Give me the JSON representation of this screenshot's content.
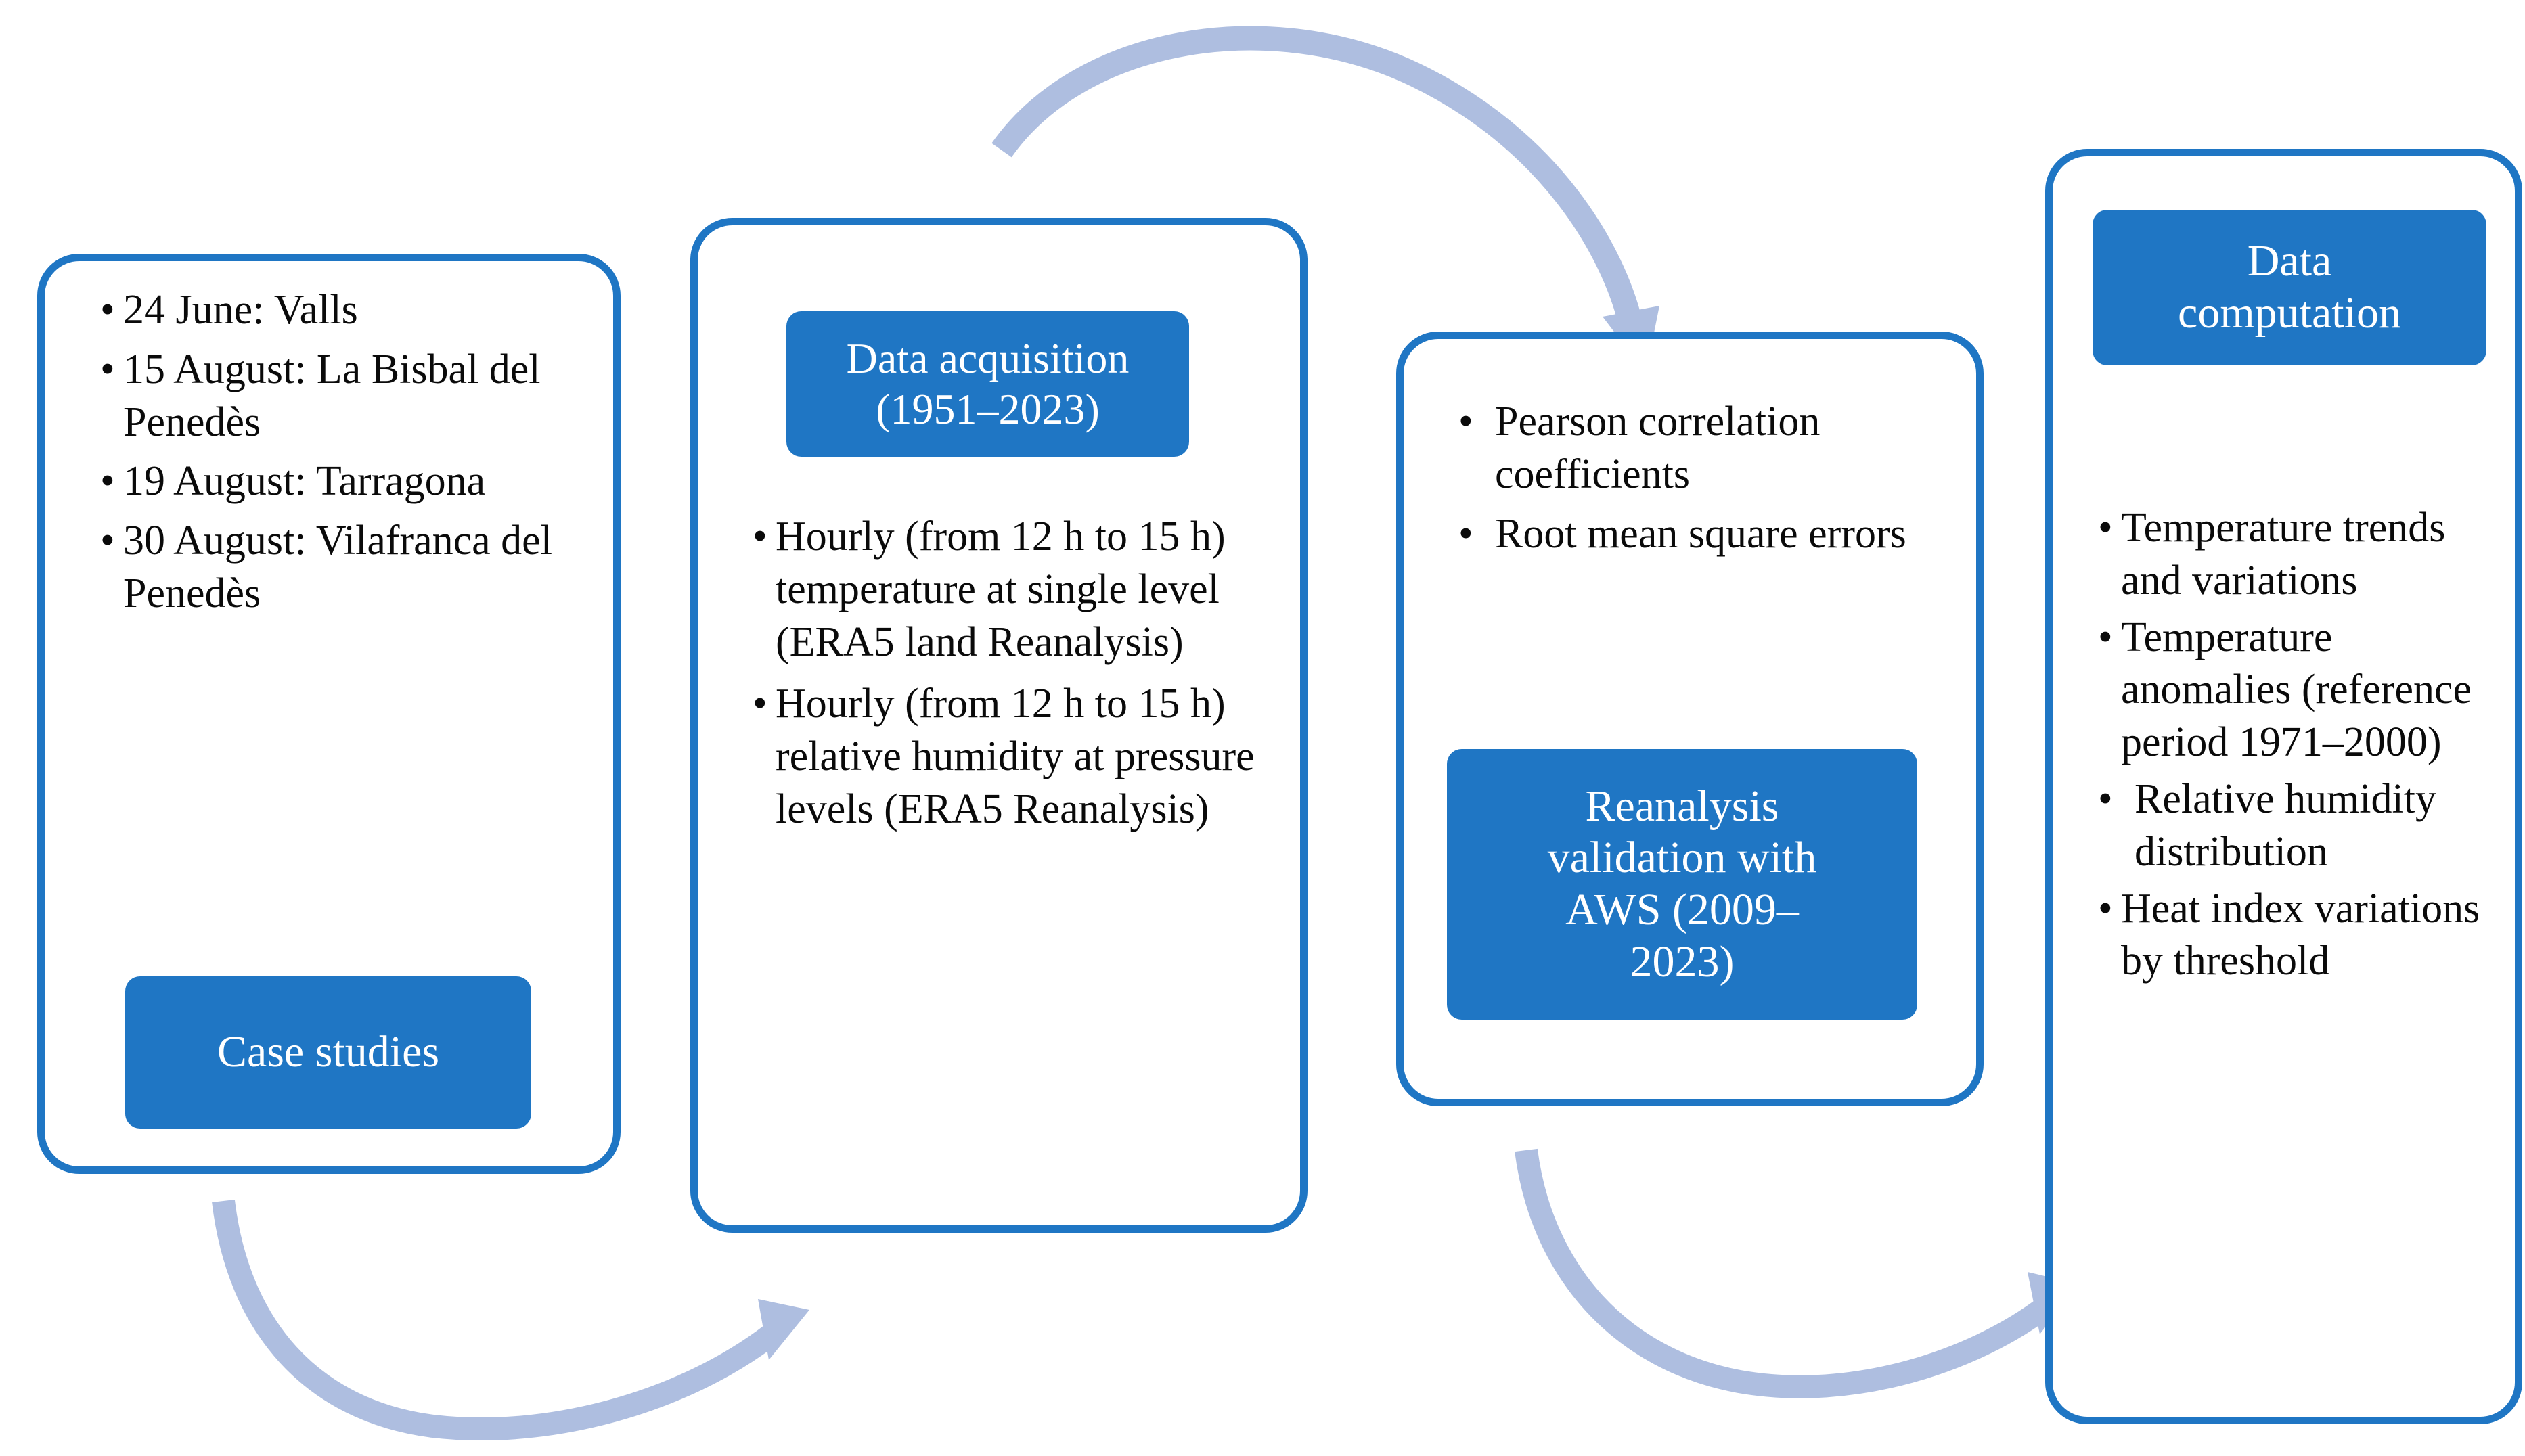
{
  "diagram": {
    "title": "Study workflow flowchart",
    "colors": {
      "box_border": "#1F76C4",
      "badge_fill": "#1F76C4",
      "badge_text": "#FFFFFF",
      "arrow": "#AEBEE0",
      "body_text": "#000000",
      "background": "#FFFFFF"
    },
    "bullet_glyph": "•",
    "stages": [
      {
        "id": "case-studies",
        "badge": "Case studies",
        "badge_position": "bottom",
        "bullets": [
          "24 June: Valls",
          "15 August: La Bisbal del Penedès",
          "19 August: Tarragona",
          "30 August: Vilafranca del Penedès"
        ]
      },
      {
        "id": "data-acquisition",
        "badge": "Data acquisition (1951–2023)",
        "badge_line1": "Data acquisition",
        "badge_line2": "(1951–2023)",
        "badge_position": "top",
        "bullets": [
          "Hourly (from 12 h to 15 h) temperature at single level (ERA5 land Reanalysis)",
          "Hourly (from 12 h to 15 h) relative humidity at pressure levels (ERA5 Reanalysis)"
        ]
      },
      {
        "id": "reanalysis-validation",
        "badge": "Reanalysis validation with AWS (2009–2023)",
        "badge_line1": "Reanalysis",
        "badge_line2": "validation with",
        "badge_line3": "AWS (2009–",
        "badge_line4": "2023)",
        "badge_position": "bottom",
        "bullets": [
          "Pearson correlation coefficients",
          "Root mean square errors"
        ]
      },
      {
        "id": "data-computation",
        "badge": "Data computation",
        "badge_line1": "Data",
        "badge_line2": "computation",
        "badge_position": "top",
        "bullets": [
          "Temperature trends and variations",
          "Temperature anomalies (reference period 1971–2000)",
          "Relative humidity distribution",
          "Heat index variations by threshold"
        ]
      }
    ],
    "arrows": [
      {
        "id": "arrow-case-studies-to-data-acquisition",
        "from": "case-studies",
        "to": "data-acquisition",
        "shape": "curve-down-right"
      },
      {
        "id": "arrow-data-acquisition-to-reanalysis-validation",
        "from": "data-acquisition",
        "to": "reanalysis-validation",
        "shape": "arc-over-top"
      },
      {
        "id": "arrow-reanalysis-validation-to-data-computation",
        "from": "reanalysis-validation",
        "to": "data-computation",
        "shape": "curve-down-right"
      }
    ]
  }
}
